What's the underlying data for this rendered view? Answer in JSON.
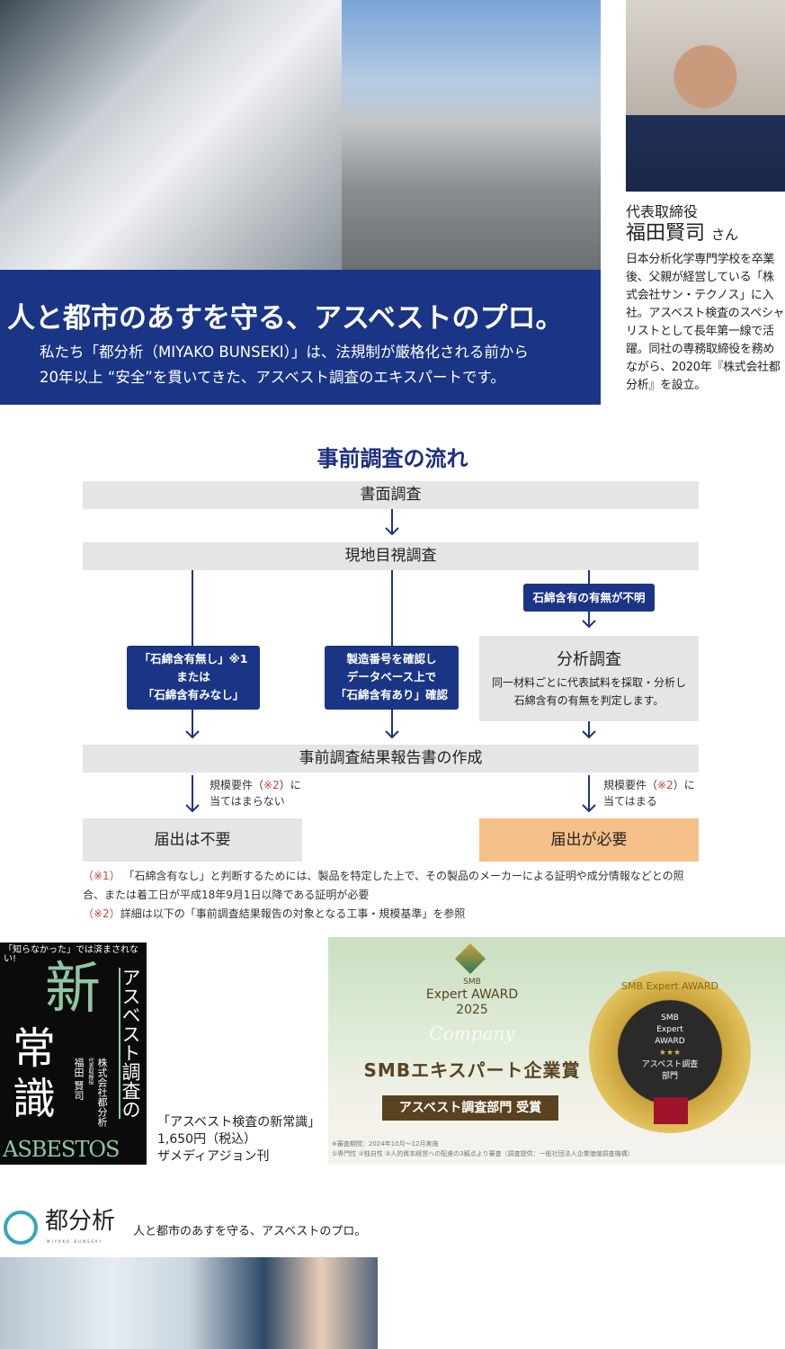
{
  "hero": {
    "headline": "人と都市のあすを守る、アスベストのプロ。",
    "sub_line1": "私たち「都分析（MIYAKO BUNSEKI）」は、法規制が厳格化される前から",
    "sub_line2": "20年以上 “安全”を貫いてきた、アスベスト調査のエキスパートです。"
  },
  "profile": {
    "role": "代表取締役",
    "name": "福田賢司",
    "honorific": "さん",
    "bio": "日本分析化学専門学校を卒業後、父親が経営している「株式会社サン・テクノス」に入社。アスベスト検査のスペシャリストとして長年第一線で活躍。同社の専務取締役を務めながら、2020年『株式会社都分析』を設立。"
  },
  "flow": {
    "title": "事前調査の流れ",
    "step1": "書面調査",
    "step2": "現地目視調査",
    "unknown": "石綿含有の有無が不明",
    "left_box": [
      "「石綿含有無し」※1",
      "または",
      "「石綿含有みなし」"
    ],
    "mid_box": [
      "製造番号を確認し",
      "データベース上で",
      "「石綿含有あり」確認"
    ],
    "analysis_title": "分析調査",
    "analysis_desc": [
      "同一材料ごとに代表試料を採取・分析し",
      "石綿含有の有無を判定します。"
    ],
    "report": "事前調査結果報告書の作成",
    "left_cond": [
      "規模要件（",
      "※2",
      "）に",
      "当てはまらない"
    ],
    "right_cond": [
      "規模要件（",
      "※2",
      "）に",
      "当てはまる"
    ],
    "not_required": "届出は不要",
    "required": "届出が必要",
    "note1_mark": "（※1）",
    "note1": "「石綿含有なし」と判断するためには、製品を特定した上で、その製品のメーカーによる証明や成分情報などとの照",
    "note1b": "合、または着工日が平成18年9月1日以降である証明が必要",
    "note2_mark": "（※2）",
    "note2": "詳細は以下の「事前調査結果報告の対象となる工事・規模基準」を参照"
  },
  "book": {
    "tagline": "「知らなかった」では済まされない!",
    "big1": "新",
    "big2": "常",
    "big3": "識",
    "vertical_title": "アスベスト調査の",
    "company": "株式会社都分析",
    "author_role": "代表取締役",
    "author": "福田 賢司",
    "en": "ASBESTOS",
    "caption_title": "「アスベスト検査の新常識」",
    "caption_price": "1,650円（税込）",
    "caption_pub": "ザメディアジョン刊"
  },
  "award": {
    "smb": "SMB",
    "expert": "Expert AWARD",
    "year": "2025",
    "script": "Company",
    "title": "SMBエキスパート企業賞",
    "badge": "アスベスト調査部門 受賞",
    "medal_ring": "SMB Expert AWARD",
    "medal_inner": [
      "SMB",
      "Expert",
      "AWARD",
      "★★★",
      "アスベスト調査",
      "部門"
    ],
    "fine1": "※審査期間：2024年10月〜12月実施",
    "fine2": "①専門性 ②独自性 ③人的資本経営への配慮の3観点より審査（調査提供：一般社団法人企業価値調査機構）"
  },
  "footer": {
    "logo": "都分析",
    "logo_sub": "MIYAKO BUNSEKI",
    "tagline": "人と都市のあすを守る、アスベストのプロ。"
  },
  "colors": {
    "navy": "#1a3585",
    "orange": "#f5c08a",
    "gray": "#e5e5e5"
  }
}
